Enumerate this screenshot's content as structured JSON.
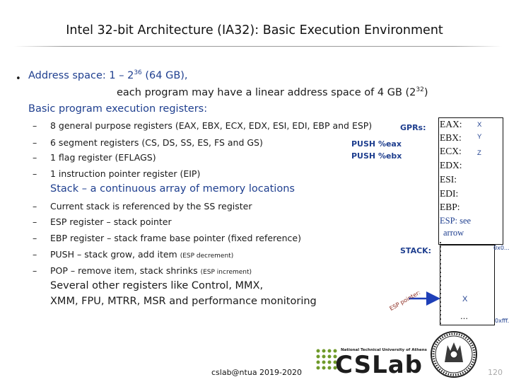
{
  "title": "Intel 32-bit Architecture (IA32): Basic Execution Environment",
  "bullet": {
    "symbol": "•",
    "line1_prefix": "Address space: 1 – 2",
    "line1_exp": "36",
    "line1_suffix": " (64 GB),",
    "line2_prefix": "each program may have a linear address space of 4 GB (2",
    "line2_exp": "32",
    "line2_suffix": ")",
    "line3": "Basic program execution registers:"
  },
  "dash_symbol": "–",
  "registers_list": [
    "8 general purpose registers (EAX, EBX, ECX, EDX, ESI, EDI, EBP and ESP)",
    "6 segment registers (CS, DS, SS, ES, FS and GS)",
    "1 flag register (EFLAGS)",
    "1 instruction pointer register (EIP)"
  ],
  "stack_heading": "Stack – a continuous array of memory locations",
  "stack_list": [
    {
      "main": "Current stack is referenced by the SS register",
      "small": ""
    },
    {
      "main": "ESP register – stack pointer",
      "small": ""
    },
    {
      "main": "EBP register – stack frame base pointer (fixed reference)",
      "small": ""
    },
    {
      "main": "PUSH – stack grow, add item ",
      "small": "(ESP decrement)"
    },
    {
      "main": "POP – remove item, stack shrinks ",
      "small": "(ESP increment)"
    }
  ],
  "other_registers": {
    "line1": "Several other registers like Control, MMX,",
    "line2": "XMM, FPU, MTRR, MSR and performance monitoring"
  },
  "code": {
    "line1": "PUSH %eax",
    "line2": "PUSH %ebx"
  },
  "gprs_label": "GPRs:",
  "stack_label": "STACK:",
  "gpr_table": [
    {
      "name": "EAX:",
      "value": "X"
    },
    {
      "name": "EBX:",
      "value": "Y"
    },
    {
      "name": "ECX:",
      "value": "Z"
    },
    {
      "name": "EDX:",
      "value": ""
    },
    {
      "name": "ESI:",
      "value": ""
    },
    {
      "name": "EDI:",
      "value": ""
    },
    {
      "name": "EBP:",
      "value": ""
    },
    {
      "name": "ESP: see",
      "value": ""
    },
    {
      "name": "arrow",
      "value": ""
    }
  ],
  "stack_cells": {
    "value": "X",
    "ellipsis": "…"
  },
  "addresses": {
    "top": "0x0...",
    "bottom": "0xfff..."
  },
  "esp_pointer_label": "ESP pointer:",
  "footer": {
    "credit": "cslab@ntua 2019-2020",
    "logo_text": "CSLab",
    "logo_subtext": "National Technical University of Athens",
    "page": "120"
  },
  "colors": {
    "accent_blue": "#1f3f8f",
    "logo_green": "#6f9a2a",
    "logo_dark": "#1d1d1d",
    "arrow": "#1e3fb8"
  }
}
